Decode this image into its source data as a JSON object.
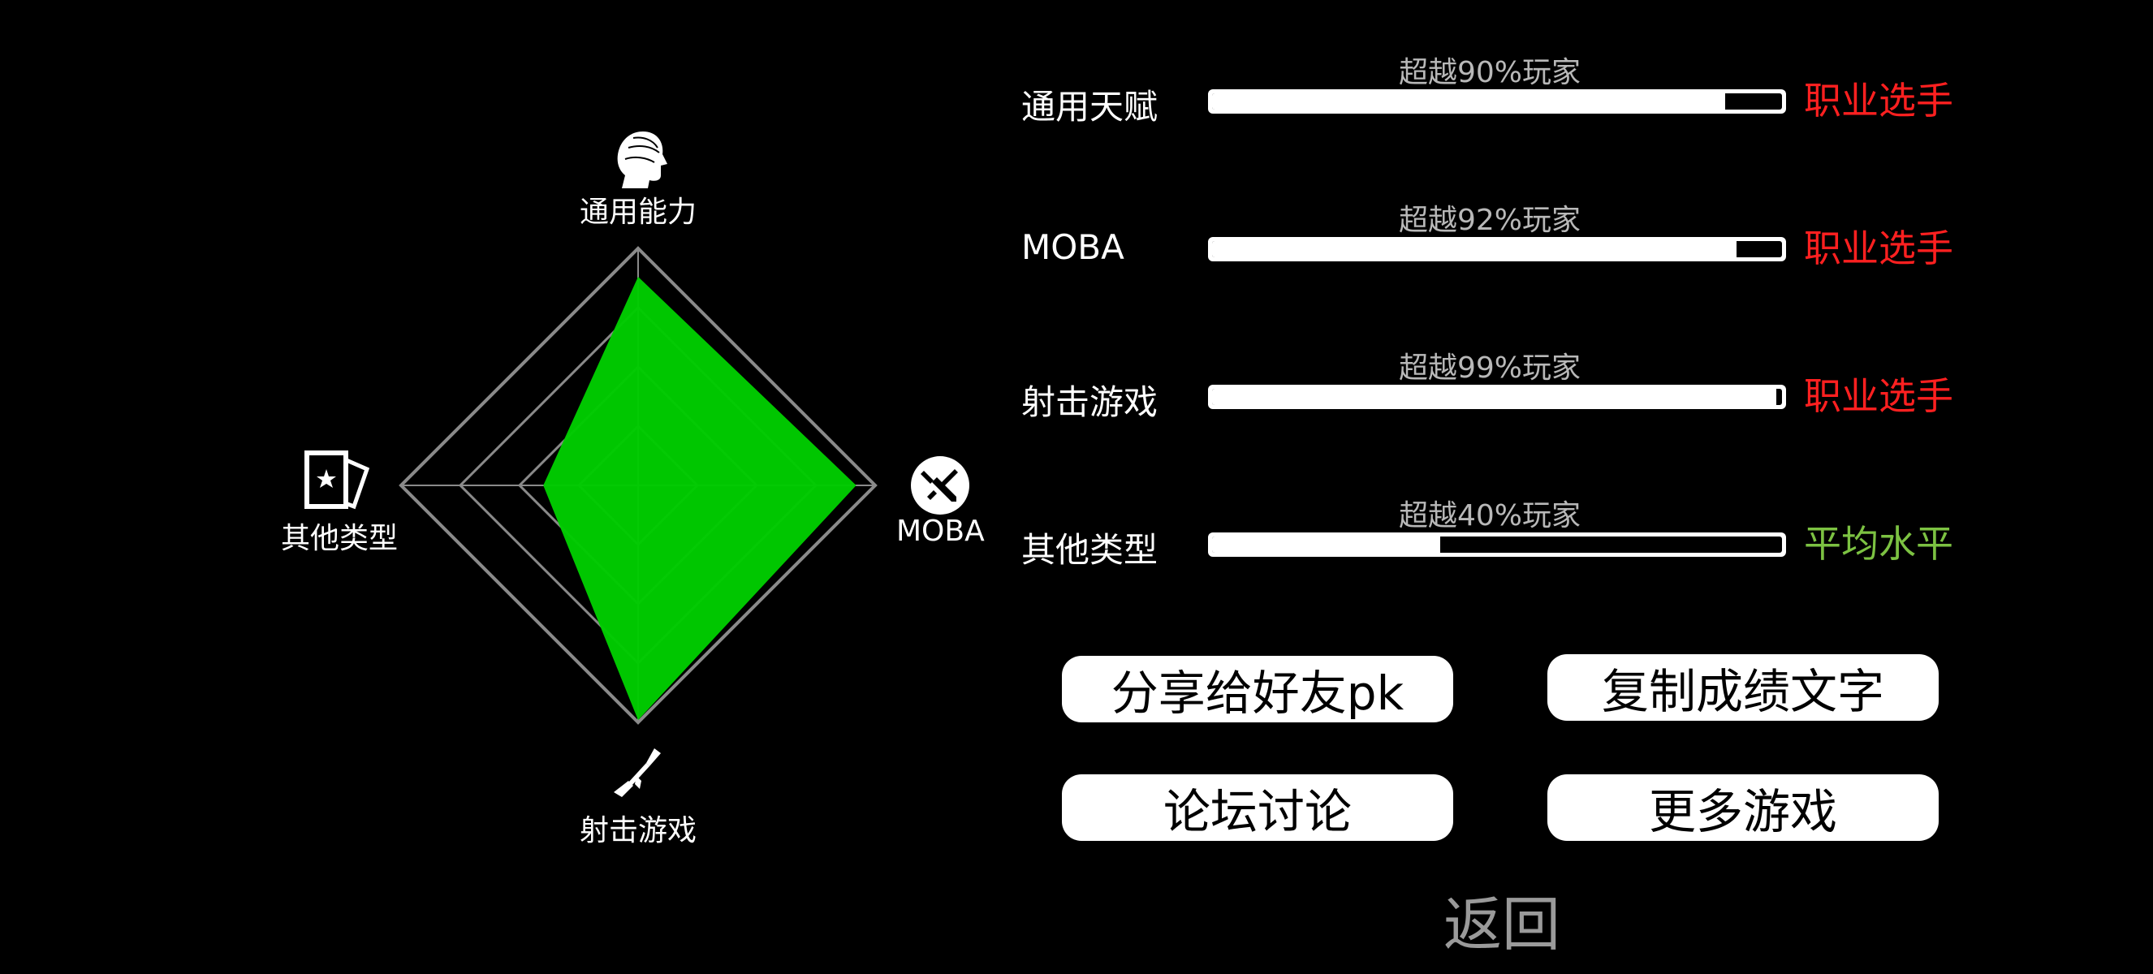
{
  "radar": {
    "axes": [
      {
        "key": "general",
        "label": "通用能力",
        "icon": "head-profile-icon",
        "value": 0.88
      },
      {
        "key": "moba",
        "label": "MOBA",
        "icon": "crossed-swords-icon",
        "value": 0.92
      },
      {
        "key": "shooting",
        "label": "射击游戏",
        "icon": "rifle-icon",
        "value": 0.99
      },
      {
        "key": "other",
        "label": "其他类型",
        "icon": "star-cards-icon",
        "value": 0.4
      }
    ],
    "fill_color": "#00cc00",
    "grid_color": "#8a8a8a"
  },
  "stats": [
    {
      "label": "通用天赋",
      "percent_text": "超越90%玩家",
      "percent": 90,
      "rank": "职业选手",
      "rank_color": "#ff2020"
    },
    {
      "label": "MOBA",
      "percent_text": "超越92%玩家",
      "percent": 92,
      "rank": "职业选手",
      "rank_color": "#ff2020"
    },
    {
      "label": "射击游戏",
      "percent_text": "超越99%玩家",
      "percent": 99,
      "rank": "职业选手",
      "rank_color": "#ff2020"
    },
    {
      "label": "其他类型",
      "percent_text": "超越40%玩家",
      "percent": 40,
      "rank": "平均水平",
      "rank_color": "#7cc242"
    }
  ],
  "buttons": {
    "share": "分享给好友pk",
    "copy": "复制成绩文字",
    "forum": "论坛讨论",
    "more": "更多游戏"
  },
  "back_label": "返回"
}
